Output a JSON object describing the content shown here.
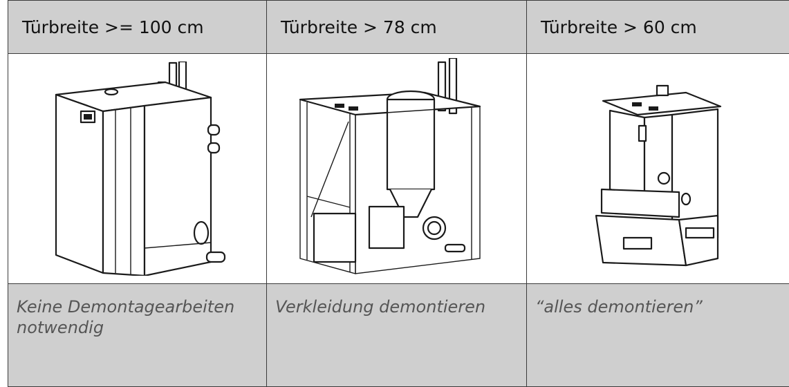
{
  "columns": [
    {
      "header": "Türbreite >= 100 cm",
      "note": "Keine Demontagearbeiten notwendig",
      "image_icon": "boiler-with-cladding-icon"
    },
    {
      "header": "Türbreite > 78 cm",
      "note": "Verkleidung demontieren",
      "image_icon": "boiler-frame-without-cladding-icon"
    },
    {
      "header": "Türbreite > 60 cm",
      "note": "“alles demontieren”",
      "image_icon": "boiler-core-disassembled-icon"
    }
  ]
}
